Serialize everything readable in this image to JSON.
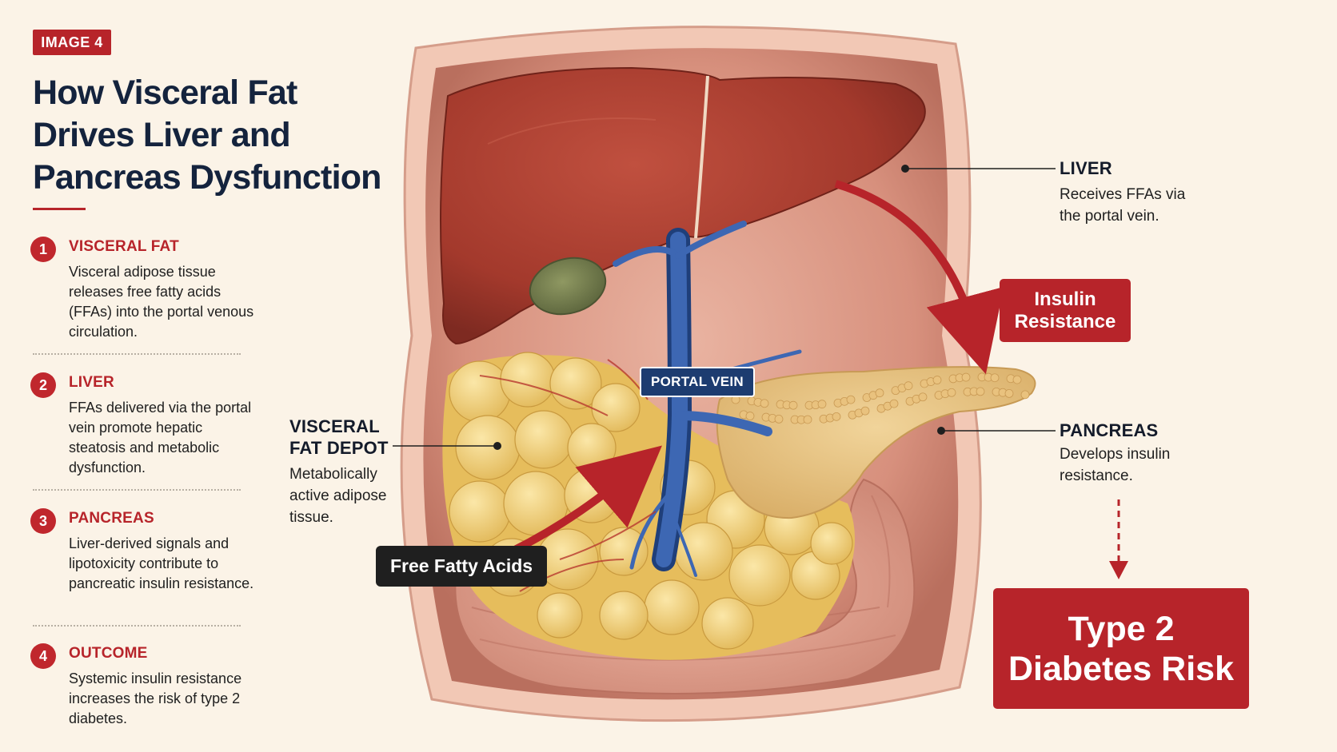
{
  "badge": "IMAGE 4",
  "title": "How Visceral Fat Drives Liver and Pancreas Dysfunction",
  "steps": [
    {
      "num": "1",
      "head": "VISCERAL FAT",
      "body": "Visceral adipose tissue releases free fatty acids (FFAs) into the portal venous circulation."
    },
    {
      "num": "2",
      "head": "LIVER",
      "body": "FFAs delivered via the portal vein promote hepatic steatosis and metabolic dysfunction."
    },
    {
      "num": "3",
      "head": "PANCREAS",
      "body": "Liver-derived signals and lipotoxicity contribute to pancreatic insulin resistance."
    },
    {
      "num": "4",
      "head": "OUTCOME",
      "body": "Systemic insulin resistance increases the risk of type 2 diabetes."
    }
  ],
  "labels": {
    "liver": {
      "head": "LIVER",
      "body": "Receives FFAs via the portal vein."
    },
    "pancreas": {
      "head": "PANCREAS",
      "body": "Develops insulin resistance."
    },
    "visceral_fat": {
      "head": "VISCERAL FAT DEPOT",
      "body": "Metabolically active adipose tissue."
    }
  },
  "callouts": {
    "portal_vein": "PORTAL VEIN",
    "free_fatty_acids": "Free Fatty Acids",
    "insulin_resistance": "Insulin Resistance",
    "diabetes_risk": "Type 2 Diabetes Risk"
  },
  "colors": {
    "accent_red": "#b7242a",
    "title_navy": "#14233d",
    "portal_vein_blue": "#2f56a3",
    "liver": "#a83a2f",
    "fat": "#ebc869",
    "background": "#fbf3e7"
  }
}
